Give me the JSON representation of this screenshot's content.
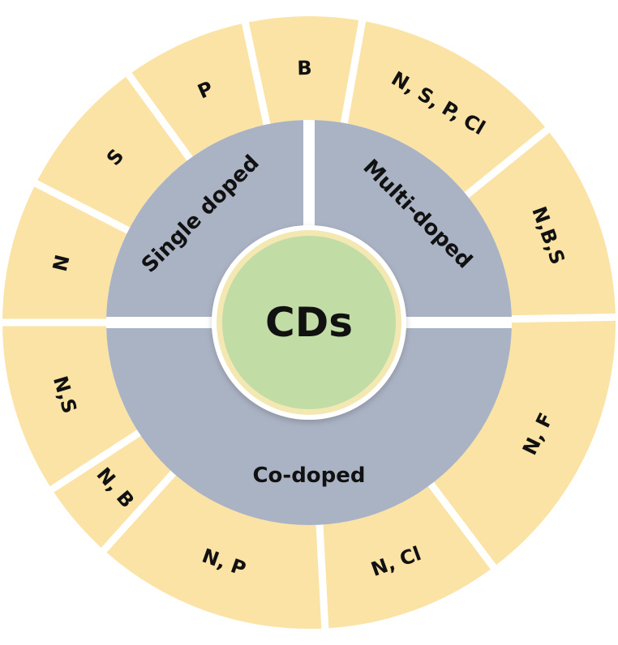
{
  "center": {
    "label": "CDs",
    "color": "#c2dca6",
    "ring_color": "#f3e7b2"
  },
  "categories": [
    {
      "id": "single",
      "label": "Single doped",
      "color": "#aab3c4"
    },
    {
      "id": "multi",
      "label": "Multi-doped",
      "color": "#aab3c4"
    },
    {
      "id": "co",
      "label": "Co-doped",
      "color": "#aab3c4"
    }
  ],
  "dopants": {
    "single": [
      "N",
      "S",
      "P",
      "B"
    ],
    "multi": [
      "N, S, P, Cl",
      "N,B,S"
    ],
    "co": [
      "N, F",
      "N, Cl",
      "N, P",
      "N, B",
      "N,S"
    ]
  },
  "colors": {
    "outer_segment": "#fbe3a6",
    "gap": "#ffffff",
    "text": "#111111"
  }
}
